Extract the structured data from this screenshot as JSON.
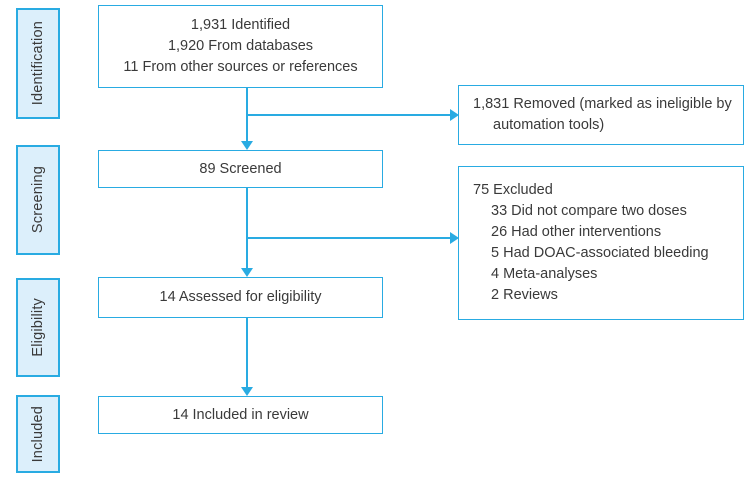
{
  "diagram": {
    "type": "prisma-flow-diagram",
    "accent_color": "#29abe2",
    "tab_fill_color": "#dceffb",
    "text_color": "#3a3a3a",
    "background_color": "#ffffff"
  },
  "stages": [
    {
      "label": "Identification"
    },
    {
      "label": "Screening"
    },
    {
      "label": "Eligibility"
    },
    {
      "label": "Included"
    }
  ],
  "main_boxes": [
    {
      "name": "identified-box",
      "lines": [
        "1,931 Identified",
        "1,920 From databases",
        "11 From other sources or references"
      ]
    },
    {
      "name": "screened-box",
      "lines": [
        "89 Screened"
      ]
    },
    {
      "name": "assessed-box",
      "lines": [
        "14 Assessed for eligibility"
      ]
    },
    {
      "name": "included-box",
      "lines": [
        "14 Included in review"
      ]
    }
  ],
  "side_boxes": [
    {
      "name": "removed-box",
      "line1": "1,831 Removed (marked as ineligible by",
      "line2": "automation tools)"
    },
    {
      "name": "excluded-box",
      "heading": "75 Excluded",
      "items": [
        "33 Did not compare two doses",
        "26 Had other interventions",
        "5 Had DOAC-associated bleeding",
        "4 Meta-analyses",
        "2 Reviews"
      ]
    }
  ]
}
